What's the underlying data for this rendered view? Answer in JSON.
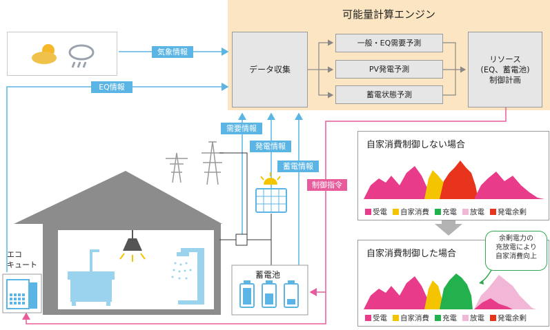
{
  "engine": {
    "title": "可能量計算エンジン"
  },
  "boxes": {
    "data_collection": "データ収集",
    "demand_forecast": "一般・EQ需要予測",
    "pv_forecast": "PV発電予測",
    "storage_forecast": "蓄電状態予測",
    "resource_control_1": "リソース",
    "resource_control_2": "(EQ、蓄電池)",
    "resource_control_3": "制御計画",
    "battery": "蓄電池"
  },
  "tags": {
    "weather_info": "気象情報",
    "eq_info": "EQ情報",
    "demand_info": "需要情報",
    "generation_info": "発電情報",
    "storage_info": "蓄電情報",
    "control_command": "制御指令"
  },
  "ecocute": {
    "line1": "エコ",
    "line2": "キュート"
  },
  "charts": {
    "top_title": "自家消費制御しない場合",
    "bottom_title": "自家消費制御した場合",
    "bubble_line1": "余剰電力の",
    "bubble_line2": "充放電により",
    "bubble_line3": "自家消費向上"
  },
  "legend": [
    {
      "label": "受電",
      "color": "#e83c8a"
    },
    {
      "label": "自家消費",
      "color": "#f5c400"
    },
    {
      "label": "充電",
      "color": "#22b14c"
    },
    {
      "label": "放電",
      "color": "#f2b6d6"
    },
    {
      "label": "発電余剰",
      "color": "#e8341c"
    }
  ],
  "colors": {
    "engine_bg": "#fbe5c2",
    "info_blue": "#5ab4e4",
    "control_pink": "#e85c9c"
  }
}
